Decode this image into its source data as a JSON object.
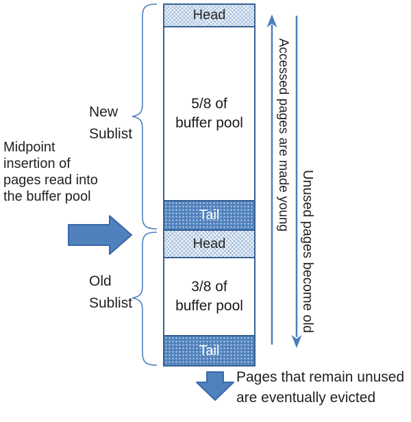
{
  "column": {
    "new_sublist": {
      "head": "Head",
      "body": "5/8 of buffer pool",
      "tail": "Tail"
    },
    "old_sublist": {
      "head": "Head",
      "body": "3/8 of buffer pool",
      "tail": "Tail"
    }
  },
  "side_labels": {
    "new_sublist": "New Sublist",
    "old_sublist": "Old Sublist"
  },
  "midpoint_note": {
    "line1": "Midpoint",
    "line2": "insertion of",
    "line3": "pages read into",
    "line4": "the buffer pool"
  },
  "flow_labels": {
    "accessed": "Accessed pages are made young",
    "unused": "Unused pages become old"
  },
  "eviction_note": {
    "line1": "Pages that remain unused",
    "line2": "are eventually evicted"
  },
  "icons": {
    "midpoint_arrow": "right-block-arrow",
    "eviction_arrow": "down-block-arrow",
    "accessed_arrow": "up-arrow",
    "unused_arrow": "down-arrow",
    "new_sublist_brace": "left-curly-brace",
    "old_sublist_brace": "left-curly-brace"
  },
  "colors": {
    "accent_blue": "#4f81bd",
    "border_blue": "#365f91",
    "arrow_blue": "#4a7ebb",
    "text": "#262626"
  }
}
